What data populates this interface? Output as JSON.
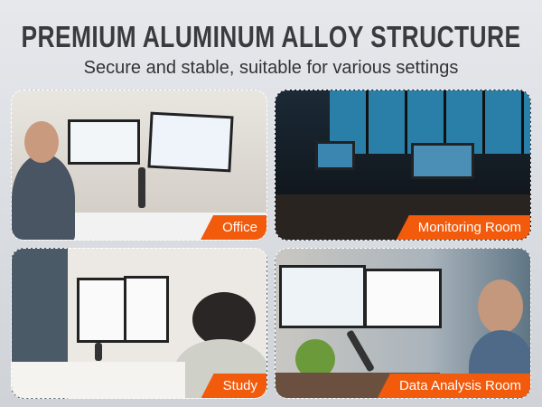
{
  "header": {
    "title": "PREMIUM ALUMINUM ALLOY STRUCTURE",
    "subtitle": "Secure and stable, suitable for various settings"
  },
  "panels": [
    {
      "label": "Office"
    },
    {
      "label": "Monitoring Room"
    },
    {
      "label": "Study"
    },
    {
      "label": "Data Analysis Room"
    }
  ],
  "colors": {
    "accent": "#f25a0c",
    "title": "#3a3b3e"
  }
}
